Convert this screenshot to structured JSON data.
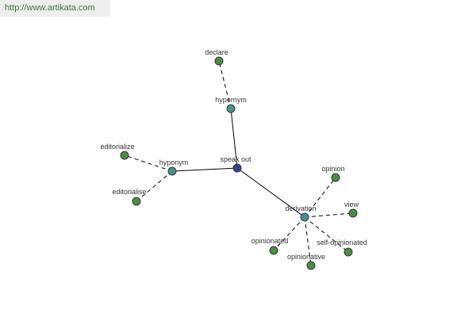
{
  "watermark": {
    "text": "http://www.artikata.com"
  },
  "graph": {
    "colors": {
      "center": "#3a3f8f",
      "relation": "#4a8f8f",
      "leaf": "#4f8a4a",
      "node_stroke": "#2e3e2e",
      "edge": "#000000"
    },
    "center": {
      "id": "speak_out",
      "label": "speak out"
    },
    "relations": [
      {
        "id": "hypernym",
        "label": "hypernym",
        "children": [
          "declare"
        ]
      },
      {
        "id": "hyponym",
        "label": "hyponym",
        "children": [
          "editorialize",
          "editorialise"
        ]
      },
      {
        "id": "derivation",
        "label": "derivation",
        "children": [
          "opinion",
          "view",
          "self-opinionated",
          "opinionative",
          "opinionated"
        ]
      }
    ],
    "leaves": [
      {
        "id": "declare",
        "label": "declare"
      },
      {
        "id": "editorialize",
        "label": "editorialize"
      },
      {
        "id": "editorialise",
        "label": "editorialise"
      },
      {
        "id": "opinion",
        "label": "opinion"
      },
      {
        "id": "view",
        "label": "view"
      },
      {
        "id": "self_opinionated",
        "label": "self-opinionated"
      },
      {
        "id": "opinionative",
        "label": "opinionative"
      },
      {
        "id": "opinionated",
        "label": "opinionated"
      }
    ]
  }
}
